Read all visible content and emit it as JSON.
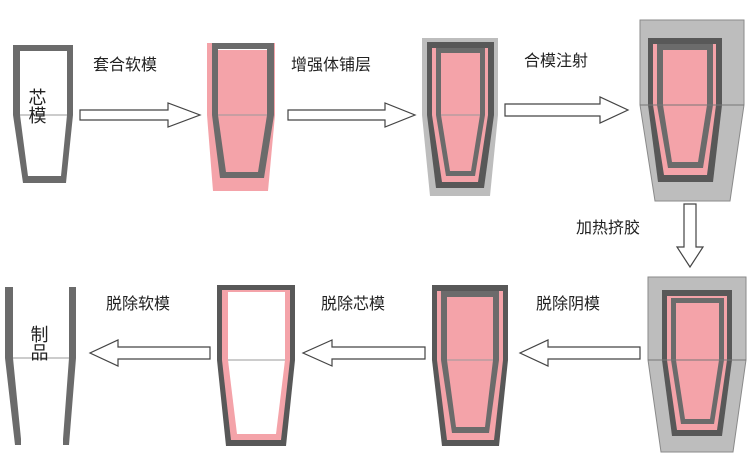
{
  "colors": {
    "core": "#6b6b6b",
    "soft_mold": "#f4a3a9",
    "mold": "#585858",
    "outer": "#bdbdbd",
    "arrow": "#444444",
    "fill": "#ffffff"
  },
  "core_label": "芯模",
  "product_label": "制品",
  "steps": [
    {
      "label": "套合软模"
    },
    {
      "label": "增强体铺层"
    },
    {
      "label": "合模注射"
    },
    {
      "label": "加热挤胶"
    },
    {
      "label": "脱除阴模"
    },
    {
      "label": "脱除芯模"
    },
    {
      "label": "脱除软模"
    }
  ]
}
